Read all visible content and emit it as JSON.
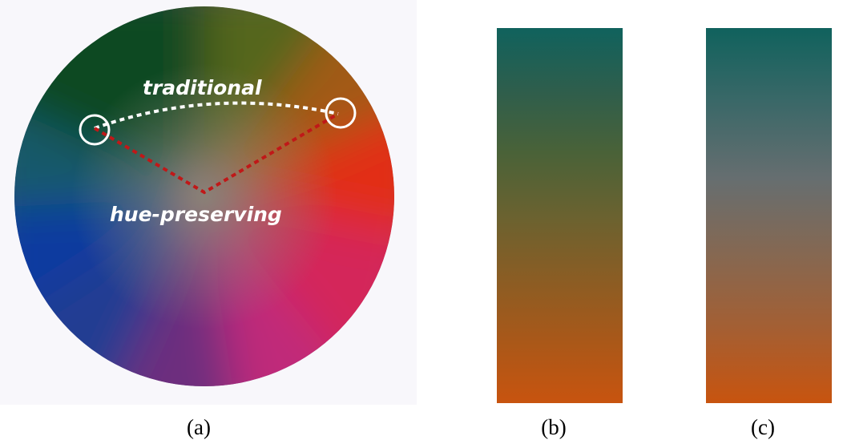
{
  "wheel": {
    "labels": {
      "traditional": "traditional",
      "hue_preserving": "hue-preserving"
    }
  },
  "captions": {
    "a": "(a)",
    "b": "(b)",
    "c": "(c)"
  },
  "colors": {
    "endpoint_start": "#10625d",
    "endpoint_end": "#c8540f",
    "traditional_path": "#ffffff",
    "hue_preserving_path": "#c01818",
    "strip_b": [
      "#10625d",
      "#2e5e4c",
      "#4a6238",
      "#6a6230",
      "#8a5d24",
      "#a95819",
      "#c8540f"
    ],
    "strip_c": [
      "#10625d",
      "#3b6868",
      "#666e70",
      "#856852",
      "#a45f33",
      "#c8540f"
    ]
  }
}
